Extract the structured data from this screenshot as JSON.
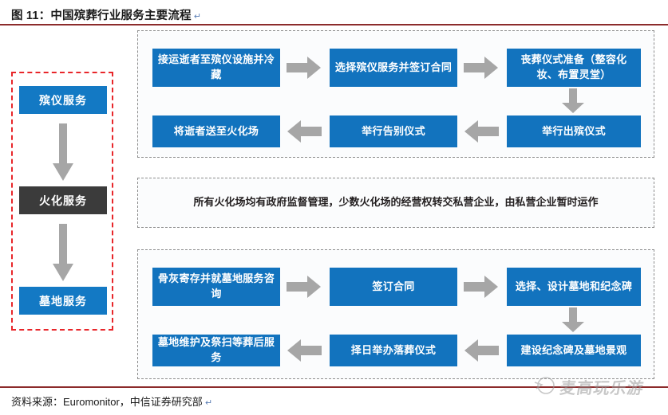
{
  "header": {
    "title": "图 11：中国殡葬行业服务主要流程",
    "pilcrow": "↵"
  },
  "footer": {
    "source": "资料来源：Euromonitor，中信证券研究部",
    "pilcrow": "↵"
  },
  "colors": {
    "box_blue": "#1273be",
    "stage_blue": "#1379c4",
    "stage_dark": "#3b3b3b",
    "arrow_gray": "#a6a6a6",
    "red_dash": "#e8262a",
    "gray_dash": "#8d8d8d",
    "rule_maroon": "#8c2b2b"
  },
  "left_column": {
    "stages": [
      {
        "label": "殡仪服务",
        "style": "blue"
      },
      {
        "label": "火化服务",
        "style": "dark"
      },
      {
        "label": "墓地服务",
        "style": "blue"
      }
    ],
    "arrows": [
      "down-arrow",
      "down-arrow"
    ]
  },
  "sections": [
    {
      "id": "funeral-service",
      "row1": [
        "接运逝者至殡仪设施并冷藏",
        "选择殡仪服务并签订合同",
        "丧葬仪式准备（整容化妆、布置灵堂）"
      ],
      "row2": [
        "将逝者送至火化场",
        "举行告别仪式",
        "举行出殡仪式"
      ],
      "row1_arrows": [
        "right-arrow",
        "right-arrow"
      ],
      "row2_arrows": [
        "left-arrow",
        "left-arrow"
      ],
      "column_arrow": "down-arrow"
    },
    {
      "id": "cremation-service",
      "note": "所有火化场均有政府监督管理，少数火化场的经营权转交私营企业，由私营企业暂时运作"
    },
    {
      "id": "cemetery-service",
      "row1": [
        "骨灰寄存并就墓地服务咨询",
        "签订合同",
        "选择、设计墓地和纪念碑"
      ],
      "row2": [
        "墓地维护及祭扫等葬后服务",
        "择日举办落葬仪式",
        "建设纪念碑及墓地景观"
      ],
      "row1_arrows": [
        "right-arrow",
        "right-arrow"
      ],
      "row2_arrows": [
        "left-arrow",
        "left-arrow"
      ],
      "column_arrow": "down-arrow"
    }
  ],
  "watermark": {
    "text": "麦高玩乐游",
    "logo": "circle-logo-icon"
  }
}
